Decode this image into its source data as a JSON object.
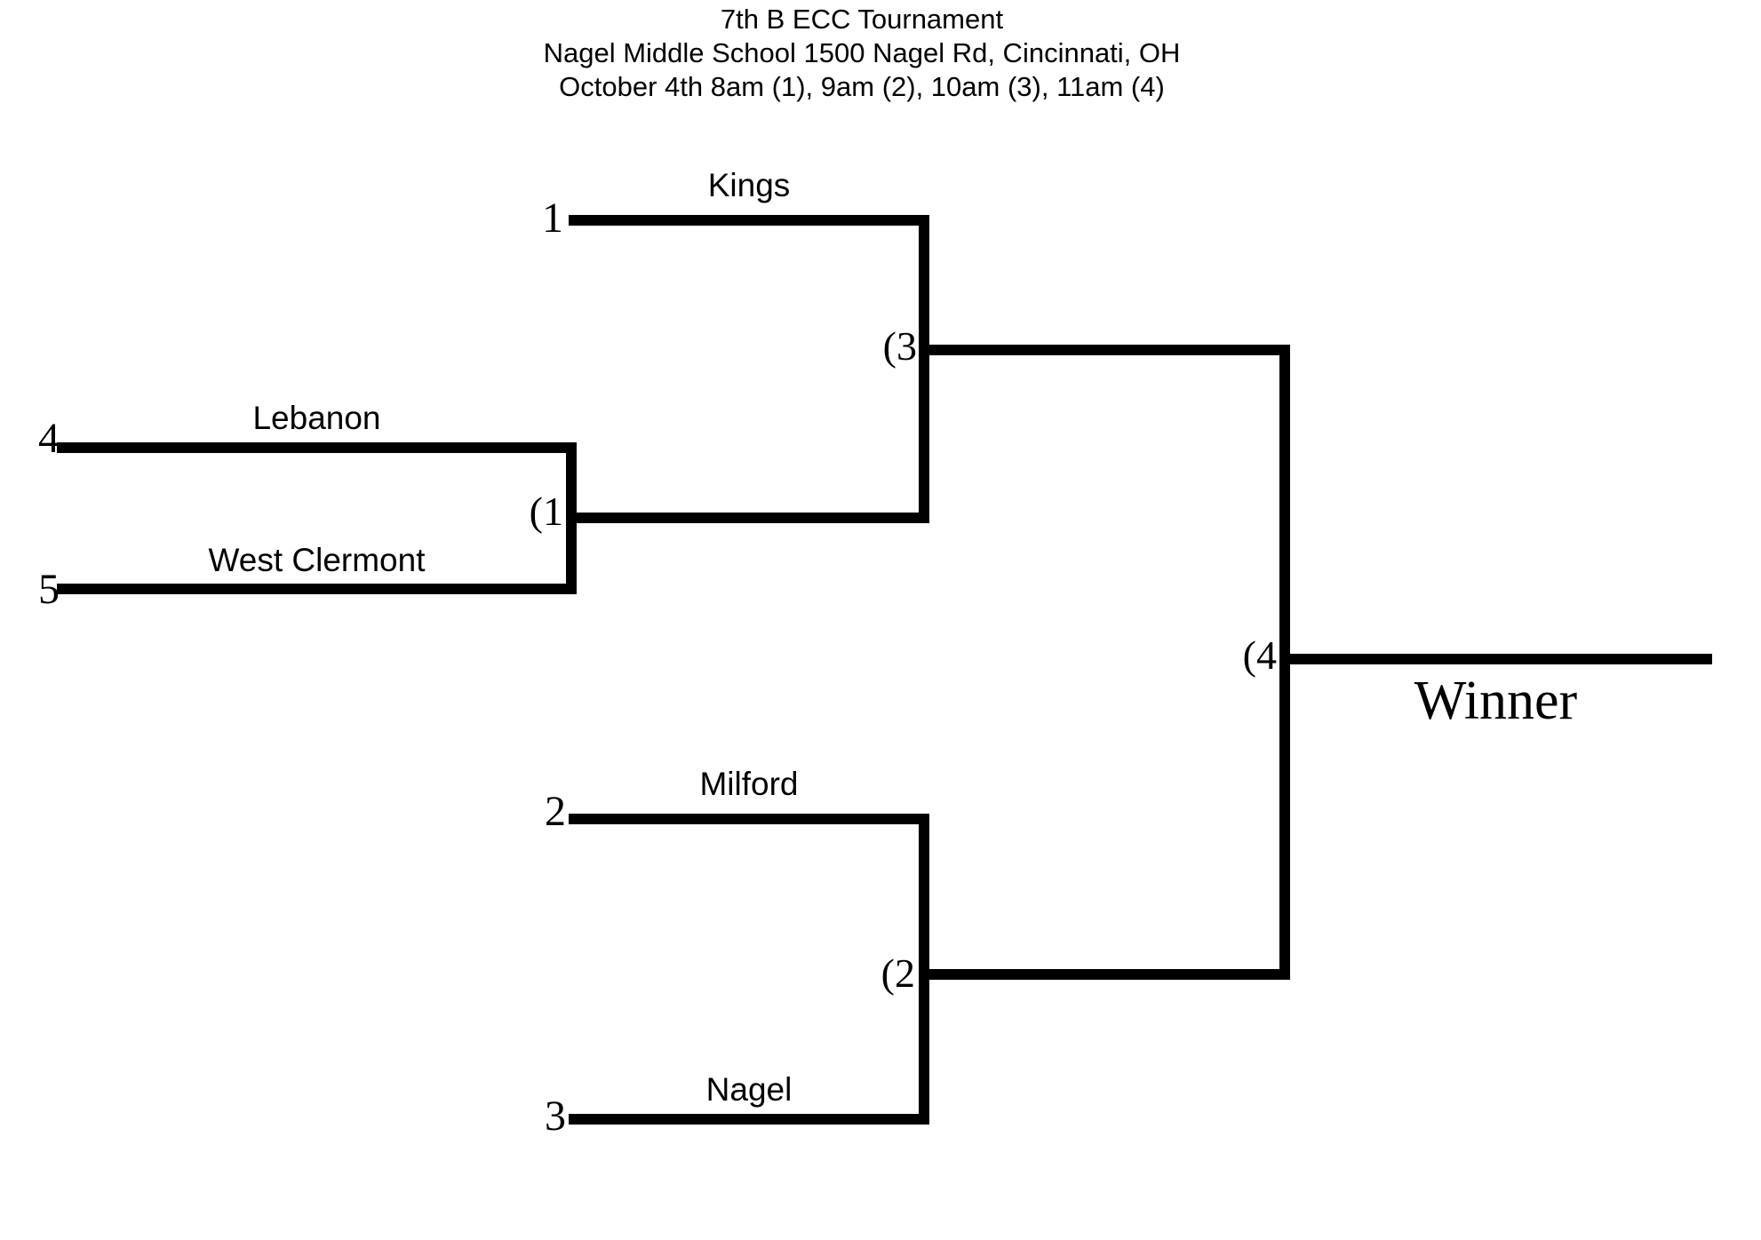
{
  "header": {
    "title": "7th B ECC Tournament",
    "venue": "Nagel Middle School 1500 Nagel Rd, Cincinnati, OH",
    "schedule": "October 4th 8am (1), 9am (2), 10am (3), 11am (4)"
  },
  "bracket": {
    "game1": {
      "label": "(1",
      "top_seed": "4",
      "top_team": "Lebanon",
      "bottom_seed": "5",
      "bottom_team": "West Clermont"
    },
    "game2": {
      "label": "(2",
      "top_seed": "2",
      "top_team": "Milford",
      "bottom_seed": "3",
      "bottom_team": "Nagel"
    },
    "game3": {
      "label": "(3",
      "top_seed": "1",
      "top_team": "Kings"
    },
    "game4": {
      "label": "(4"
    },
    "winner_label": "Winner"
  },
  "colors": {
    "line": "#000000",
    "background": "#ffffff",
    "text": "#000000"
  }
}
